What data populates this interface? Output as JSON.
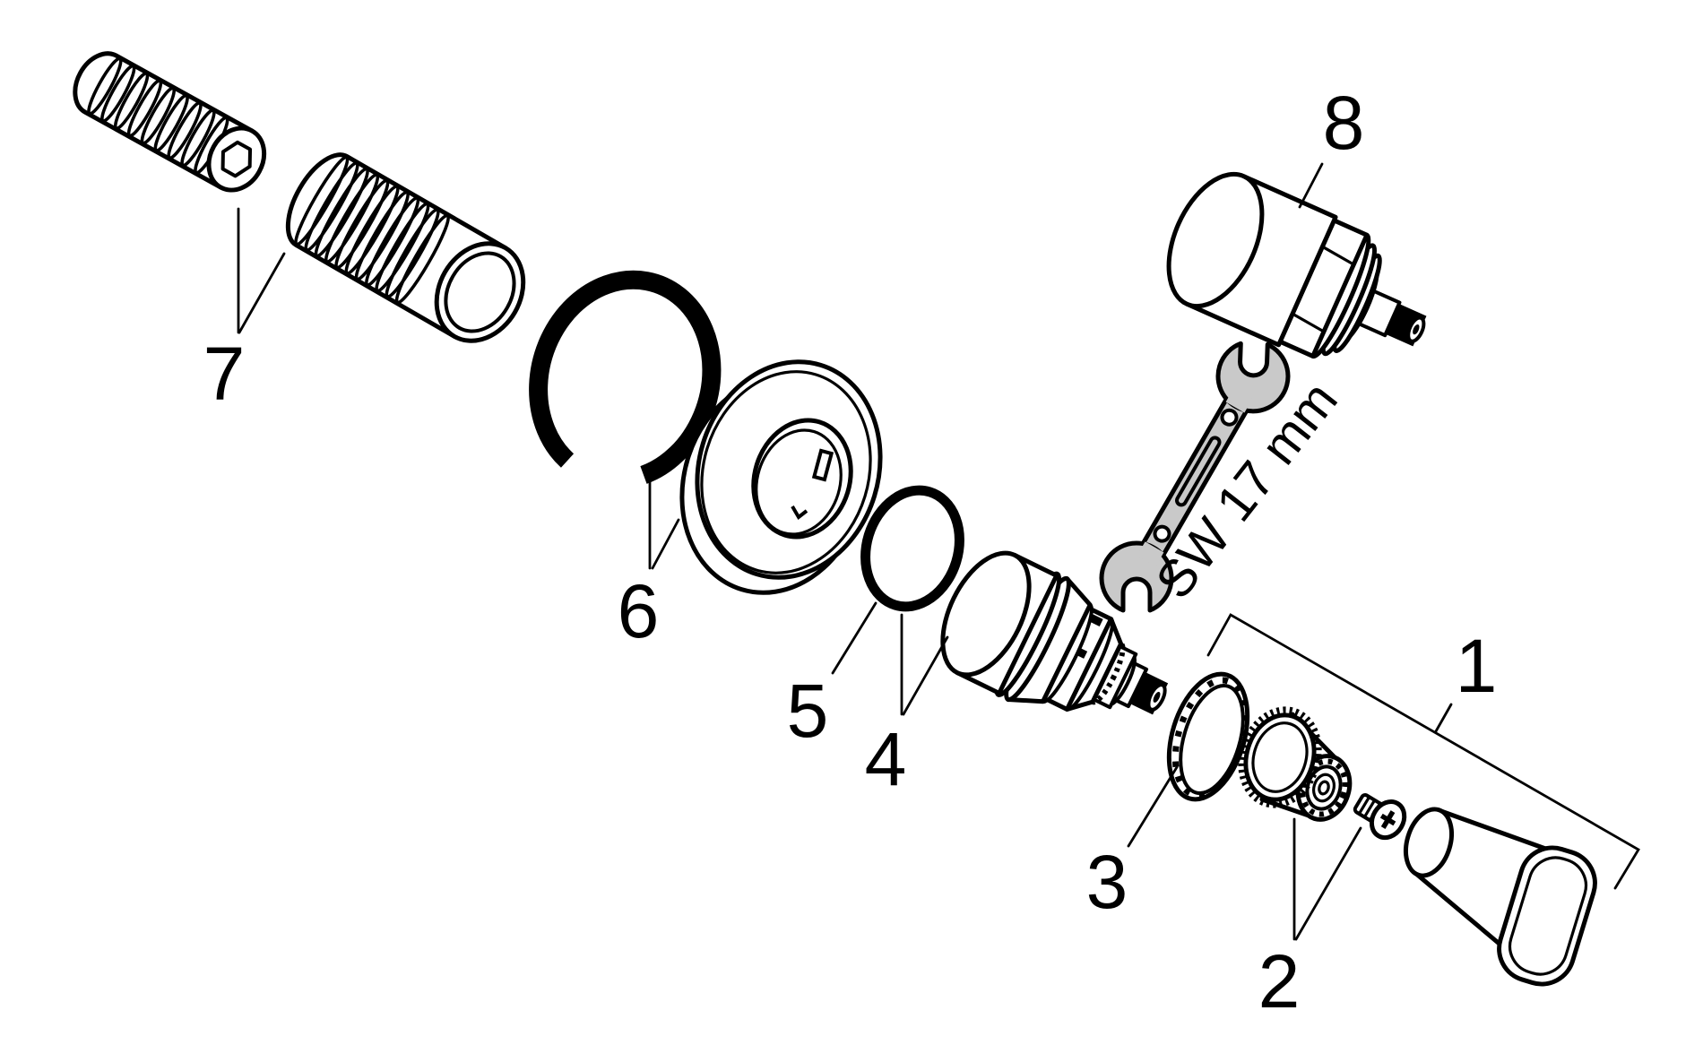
{
  "diagram_type": "exploded-parts-diagram",
  "colors": {
    "background": "#ffffff",
    "lines": "#000000",
    "wrench_fill": "#c9c9c9"
  },
  "part_labels": [
    "1",
    "2",
    "3",
    "4",
    "5",
    "6",
    "7",
    "8"
  ],
  "wrench_label": "SW 17 mm"
}
